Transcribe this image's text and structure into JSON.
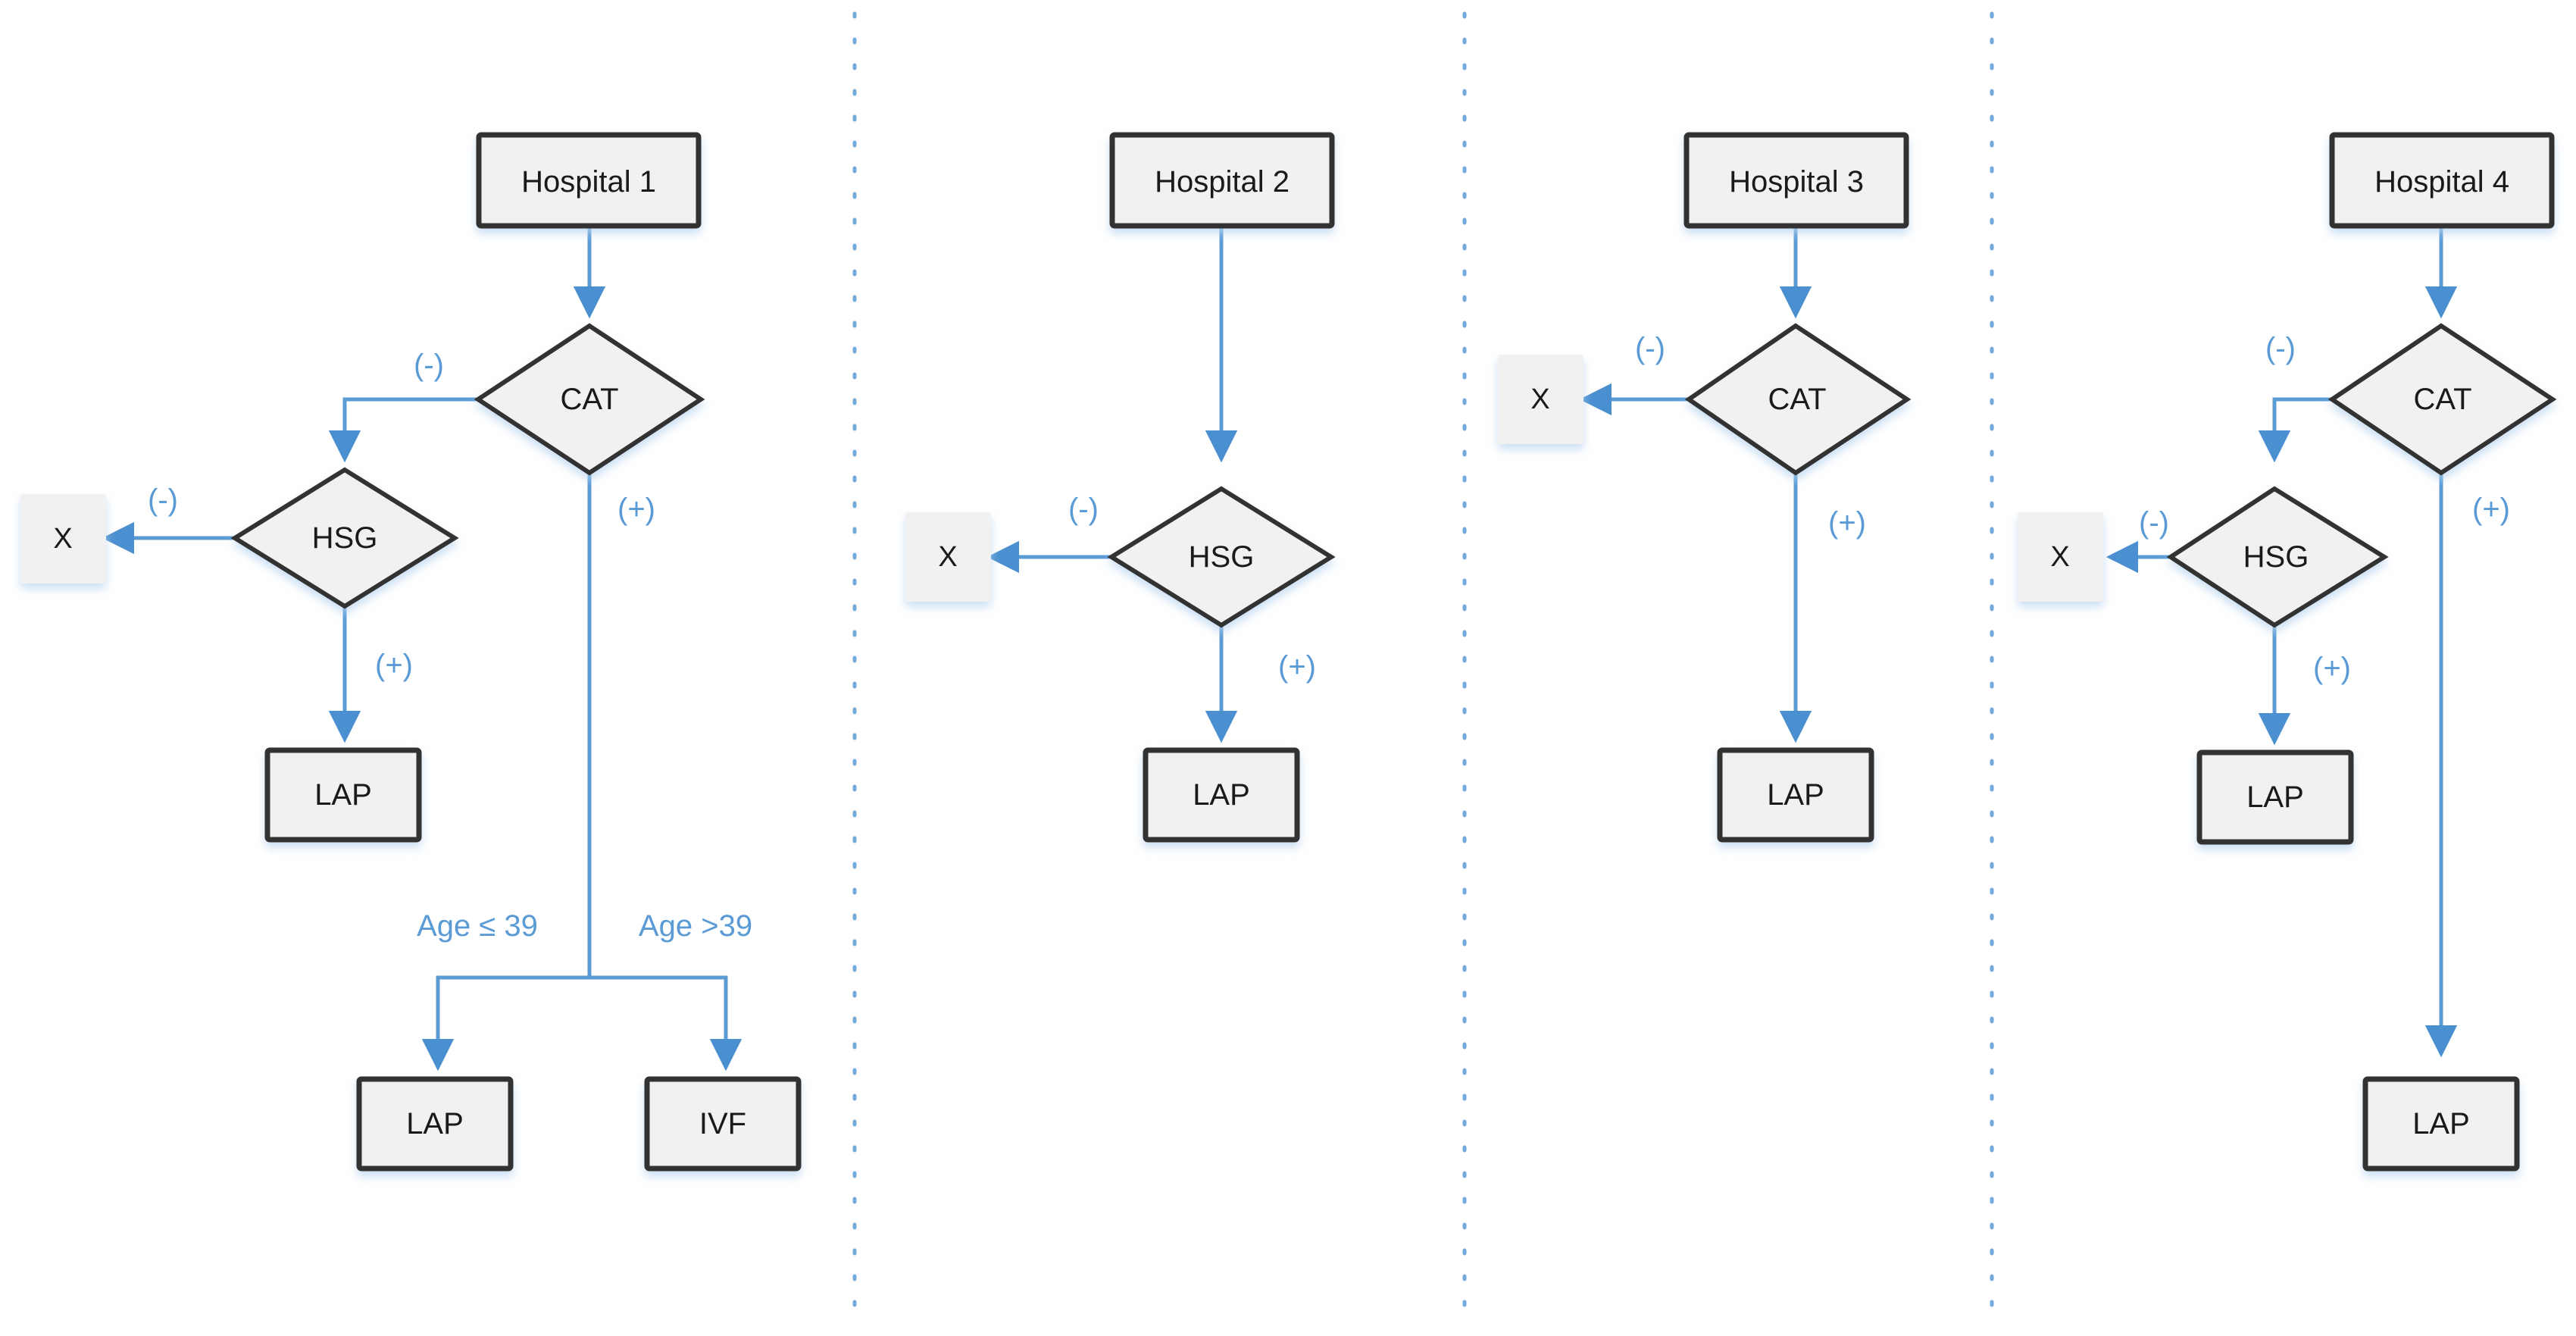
{
  "figure": {
    "type": "flowchart",
    "title": "",
    "panel_count": 4,
    "colors": {
      "edge": "#5b9bd5",
      "node_fill": "#f1f1f1",
      "node_stroke": "#333333",
      "label_text": "#1a1a1a",
      "edge_label_text": "#5b9bd5",
      "divider": "#5b9bd5",
      "background": "#ffffff"
    },
    "legend_symbols": {
      "negative": "(-)",
      "positive": "(+)"
    },
    "node_glossary": {
      "CAT": "CAT",
      "HSG": "HSG",
      "LAP": "LAP",
      "IVF": "IVF",
      "X": "X"
    }
  },
  "panels": [
    {
      "id": "panel-hospital-1",
      "root": "Hospital 1",
      "nodes": [
        {
          "key": "root",
          "label": "Hospital 1",
          "shape": "rect"
        },
        {
          "key": "cat",
          "label": "CAT",
          "shape": "diamond"
        },
        {
          "key": "hsg",
          "label": "HSG",
          "shape": "diamond"
        },
        {
          "key": "x",
          "label": "X",
          "shape": "terminal"
        },
        {
          "key": "lap_hsg",
          "label": "LAP",
          "shape": "rect"
        },
        {
          "key": "lap_young",
          "label": "LAP",
          "shape": "rect"
        },
        {
          "key": "ivf_old",
          "label": "IVF",
          "shape": "rect"
        }
      ],
      "edges": [
        {
          "from": "root",
          "to": "cat",
          "label": ""
        },
        {
          "from": "cat",
          "to": "hsg",
          "label": "(-)"
        },
        {
          "from": "hsg",
          "to": "x",
          "label": "(-)"
        },
        {
          "from": "hsg",
          "to": "lap_hsg",
          "label": "(+)"
        },
        {
          "from": "cat",
          "to": "split",
          "label": "(+)"
        },
        {
          "from": "split",
          "to": "lap_young",
          "label": "Age ≤ 39"
        },
        {
          "from": "split",
          "to": "ivf_old",
          "label": "Age >39"
        }
      ]
    },
    {
      "id": "panel-hospital-2",
      "root": "Hospital 2",
      "nodes": [
        {
          "key": "root",
          "label": "Hospital 2",
          "shape": "rect"
        },
        {
          "key": "hsg",
          "label": "HSG",
          "shape": "diamond"
        },
        {
          "key": "x",
          "label": "X",
          "shape": "terminal"
        },
        {
          "key": "lap_hsg",
          "label": "LAP",
          "shape": "rect"
        }
      ],
      "edges": [
        {
          "from": "root",
          "to": "hsg",
          "label": ""
        },
        {
          "from": "hsg",
          "to": "x",
          "label": "(-)"
        },
        {
          "from": "hsg",
          "to": "lap_hsg",
          "label": "(+)"
        }
      ]
    },
    {
      "id": "panel-hospital-3",
      "root": "Hospital 3",
      "nodes": [
        {
          "key": "root",
          "label": "Hospital 3",
          "shape": "rect"
        },
        {
          "key": "cat",
          "label": "CAT",
          "shape": "diamond"
        },
        {
          "key": "x",
          "label": "X",
          "shape": "terminal"
        },
        {
          "key": "lap_cat",
          "label": "LAP",
          "shape": "rect"
        }
      ],
      "edges": [
        {
          "from": "root",
          "to": "cat",
          "label": ""
        },
        {
          "from": "cat",
          "to": "x",
          "label": "(-)"
        },
        {
          "from": "cat",
          "to": "lap_cat",
          "label": "(+)"
        }
      ]
    },
    {
      "id": "panel-hospital-4",
      "root": "Hospital 4",
      "nodes": [
        {
          "key": "root",
          "label": "Hospital 4",
          "shape": "rect"
        },
        {
          "key": "cat",
          "label": "CAT",
          "shape": "diamond"
        },
        {
          "key": "hsg",
          "label": "HSG",
          "shape": "diamond"
        },
        {
          "key": "x",
          "label": "X",
          "shape": "terminal"
        },
        {
          "key": "lap_hsg",
          "label": "LAP",
          "shape": "rect"
        },
        {
          "key": "lap_cat",
          "label": "LAP",
          "shape": "rect"
        }
      ],
      "edges": [
        {
          "from": "root",
          "to": "cat",
          "label": ""
        },
        {
          "from": "cat",
          "to": "hsg",
          "label": "(-)"
        },
        {
          "from": "hsg",
          "to": "x",
          "label": "(-)"
        },
        {
          "from": "hsg",
          "to": "lap_hsg",
          "label": "(+)"
        },
        {
          "from": "cat",
          "to": "lap_cat",
          "label": "(+)"
        }
      ]
    }
  ],
  "labels": {
    "p1": {
      "root": "Hospital 1",
      "cat": "CAT",
      "hsg": "HSG",
      "x": "X",
      "lap_hsg": "LAP",
      "lap_young": "LAP",
      "ivf_old": "IVF",
      "e_cat_neg": "(-)",
      "e_hsg_neg": "(-)",
      "e_hsg_pos": "(+)",
      "e_cat_pos": "(+)",
      "e_age_le": "Age ≤ 39",
      "e_age_gt": "Age >39"
    },
    "p2": {
      "root": "Hospital 2",
      "hsg": "HSG",
      "x": "X",
      "lap_hsg": "LAP",
      "e_hsg_neg": "(-)",
      "e_hsg_pos": "(+)"
    },
    "p3": {
      "root": "Hospital 3",
      "cat": "CAT",
      "x": "X",
      "lap_cat": "LAP",
      "e_cat_neg": "(-)",
      "e_cat_pos": "(+)"
    },
    "p4": {
      "root": "Hospital 4",
      "cat": "CAT",
      "hsg": "HSG",
      "x": "X",
      "lap_hsg": "LAP",
      "lap_cat": "LAP",
      "e_cat_neg": "(-)",
      "e_hsg_neg": "(-)",
      "e_hsg_pos": "(+)",
      "e_cat_pos": "(+)"
    }
  }
}
